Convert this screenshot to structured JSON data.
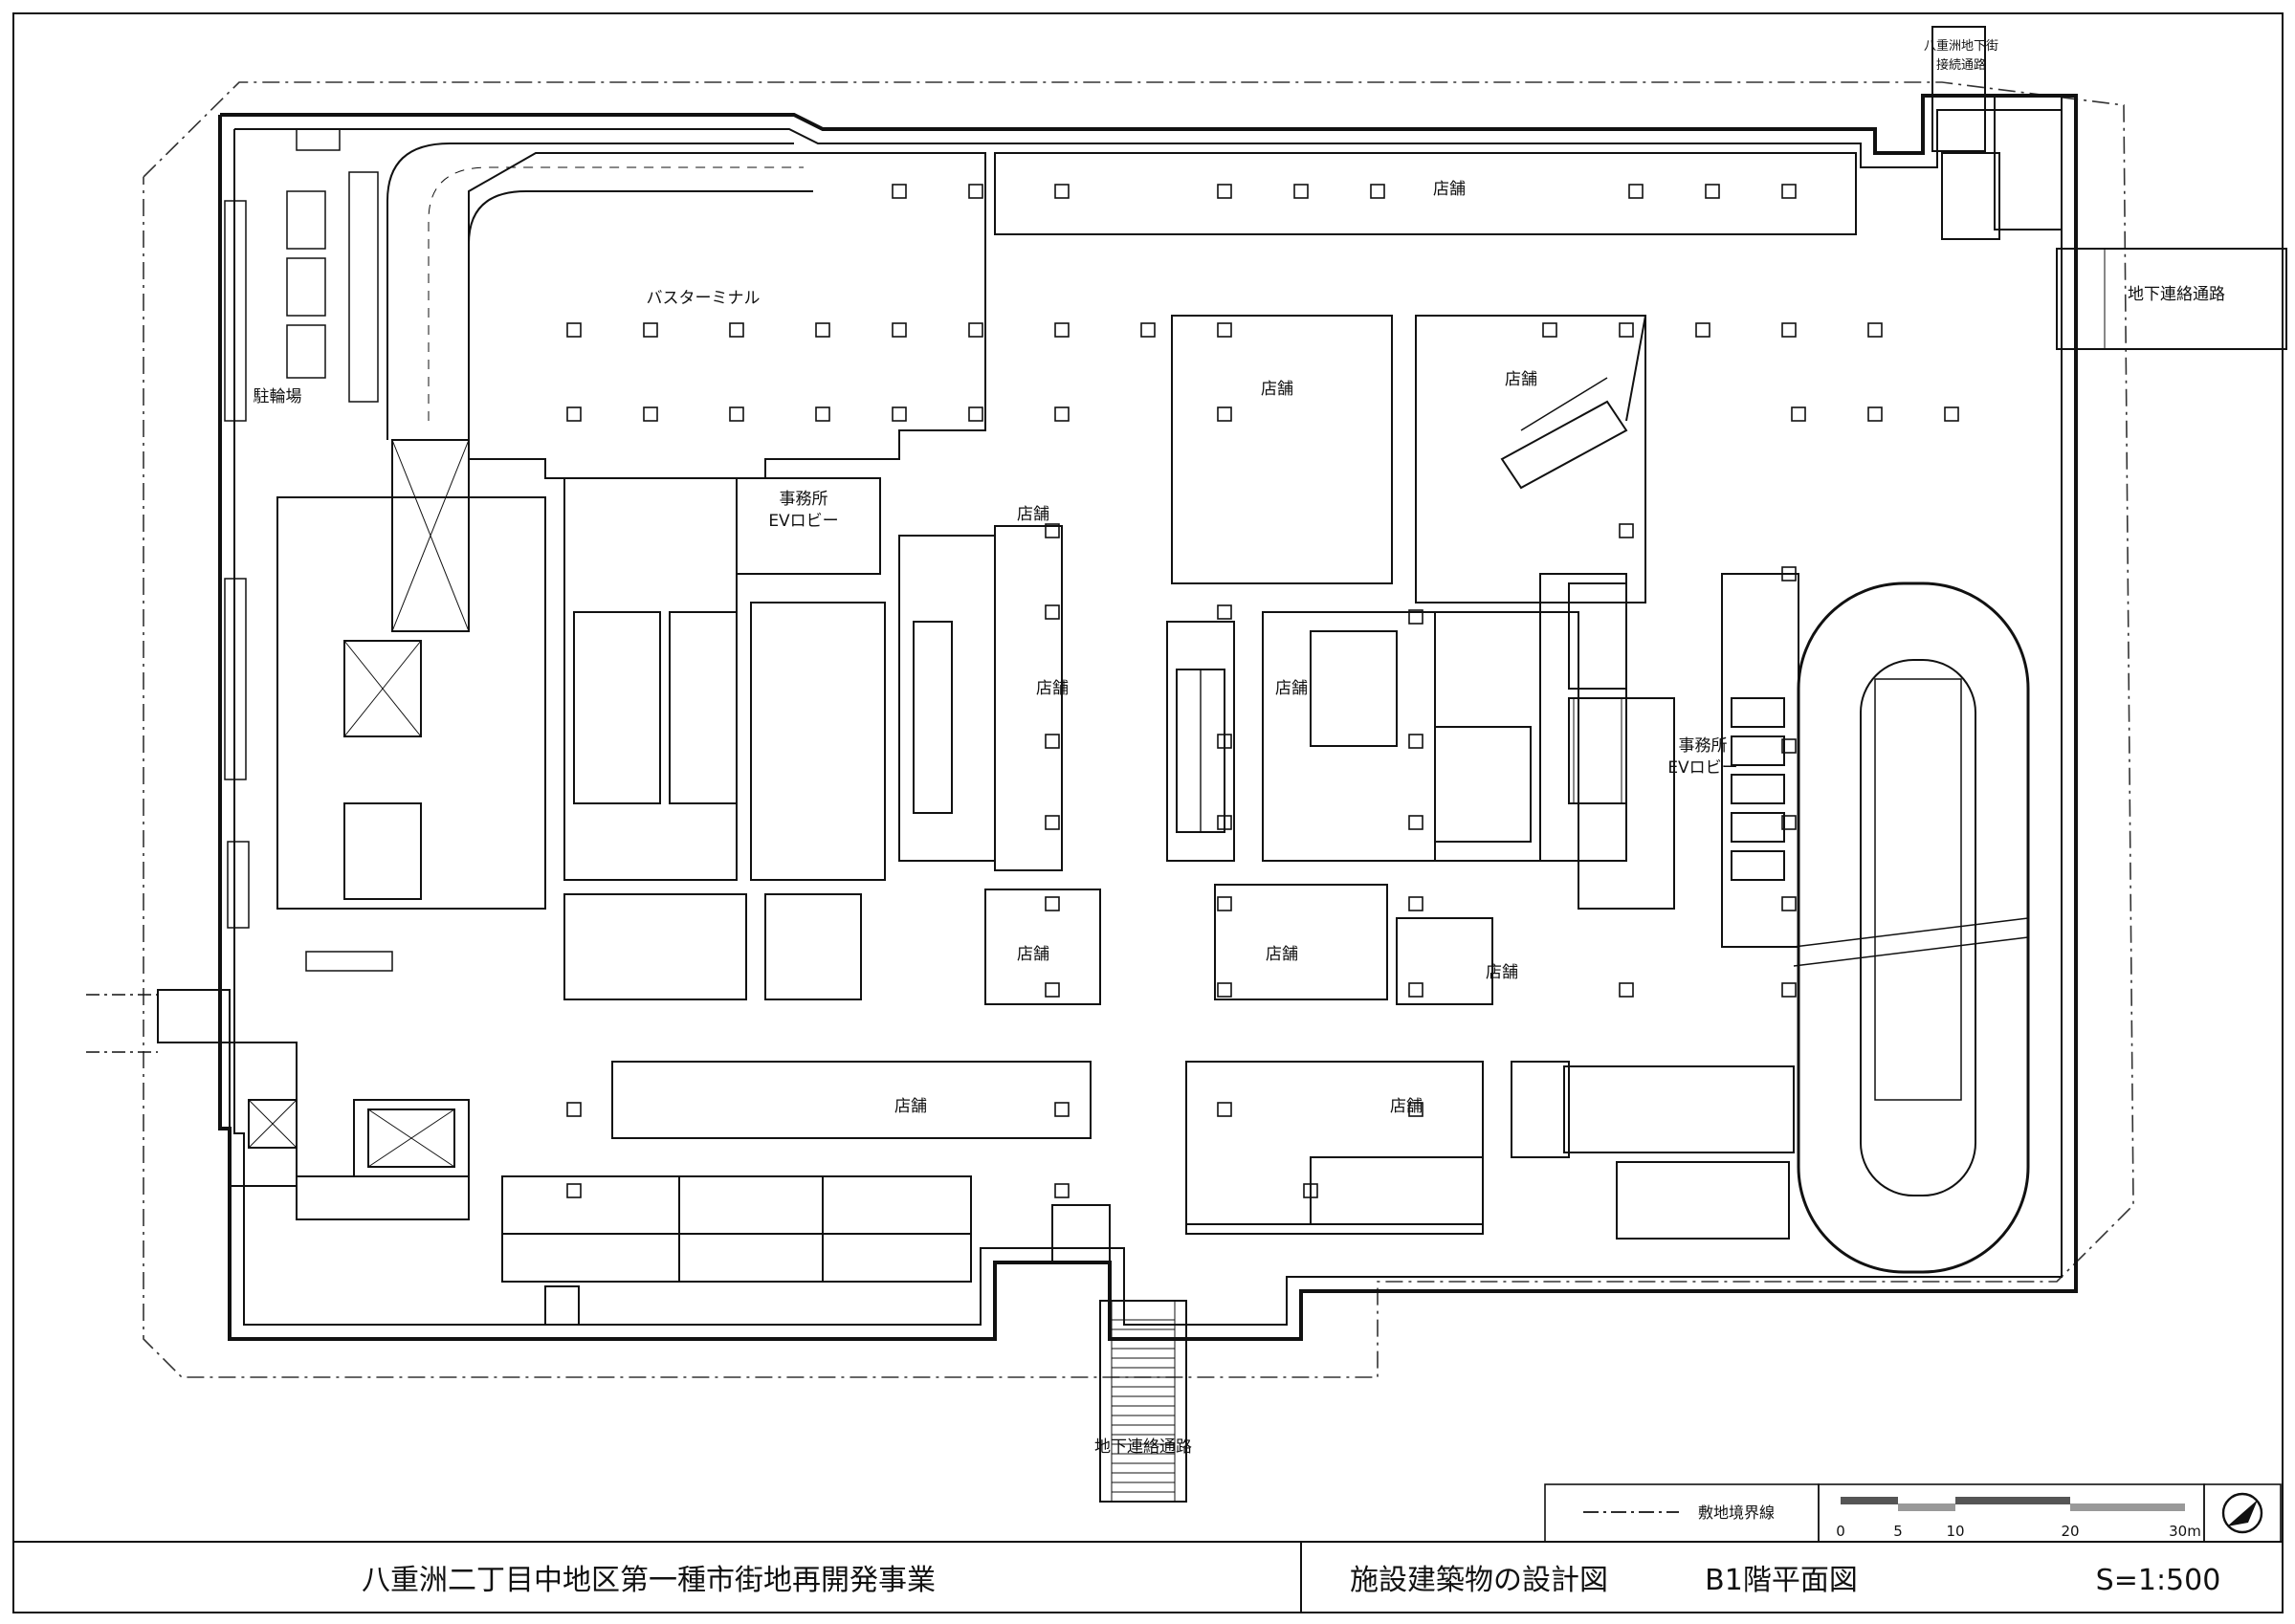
{
  "rooms": {
    "bus_terminal": "バスターミナル",
    "bicycle_parking": "駐輪場",
    "office_ev_lobby_1": "事務所",
    "office_ev_lobby_1b": "EVロビー",
    "office_ev_lobby_2": "事務所",
    "office_ev_lobby_2b": "EVロビー",
    "shop": "店舗"
  },
  "passages": {
    "underground_passage_east": "地下連絡通路",
    "underground_passage_south": "地下連絡通路",
    "yaesu_connection_1": "八重洲地下街",
    "yaesu_connection_2": "接続通路"
  },
  "legend": {
    "boundary_line": "敷地境界線"
  },
  "scale_bar": {
    "ticks": [
      "0",
      "5",
      "10",
      "20",
      "30m"
    ]
  },
  "title_block": {
    "project": "八重洲二丁目中地区第一種市街地再開発事業",
    "drawing_type": "施設建築物の設計図",
    "sheet_name": "B1階平面図",
    "scale": "S=1:500"
  }
}
